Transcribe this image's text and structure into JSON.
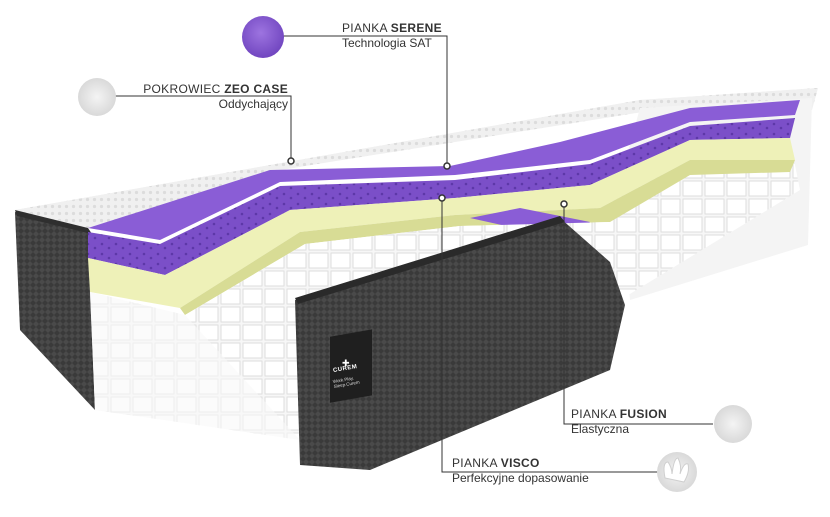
{
  "callouts": {
    "serene": {
      "prefix": "PIANKA",
      "name": "SERENE",
      "subtitle": "Technologia SAT"
    },
    "zeo": {
      "prefix": "POKROWIEC",
      "name": "ZEO CASE",
      "subtitle": "Oddychający"
    },
    "fusion": {
      "prefix": "PIANKA",
      "name": "FUSION",
      "subtitle": "Elastyczna"
    },
    "visco": {
      "prefix": "PIANKA",
      "name": "VISCO",
      "subtitle": "Perfekcyjne dopasowanie"
    }
  },
  "badge": {
    "brand": "CUREM",
    "tagline": "Work.Play.\nSleep.Curem"
  },
  "colors": {
    "purple": "#7b4fc8",
    "purple_dark": "#5a34a0",
    "yellow": "#eef1b8",
    "cover_white": "#f1f1f1",
    "charcoal": "#3a3a3a",
    "line": "#333333"
  }
}
